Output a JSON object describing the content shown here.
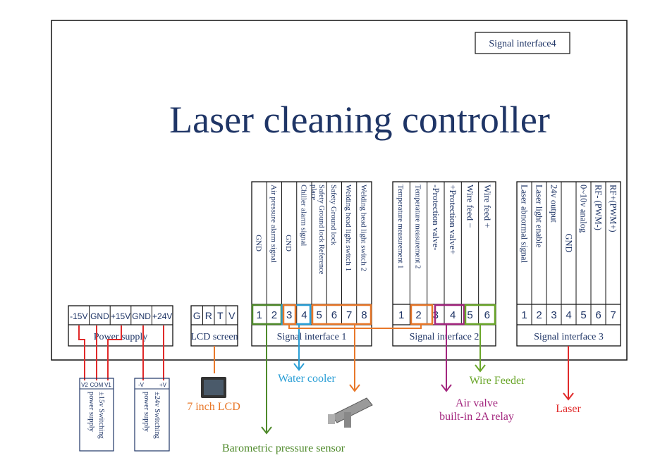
{
  "title": "Laser cleaning controller",
  "signal_interface_4": "Signal interface4",
  "colors": {
    "navy": "#1f3566",
    "green": "#4f8a2b",
    "lime": "#6aa62a",
    "blue": "#2b9fd6",
    "orange": "#e8782a",
    "purple": "#a3267e",
    "red": "#e02a2a"
  },
  "power_supply": {
    "label": "Power supply",
    "pins": [
      "-15V",
      "GND",
      "+15V",
      "GND",
      "+24V"
    ]
  },
  "lcd": {
    "label": "LCD screen",
    "pins": [
      "G",
      "R",
      "T",
      "V"
    ],
    "device": "7 inch LCD"
  },
  "interface1": {
    "label": "Signal interface 1",
    "pins": [
      "1",
      "2",
      "3",
      "4",
      "5",
      "6",
      "7",
      "8"
    ],
    "signals": [
      "GND",
      "Air pressure alarm signal",
      "GND",
      "Chiller alarm signal",
      "Safety Ground lock Reference place",
      "Safety Ground lock",
      "Welding head light switch 1",
      "Welding head light switch 2"
    ]
  },
  "interface2": {
    "label": "Signal interface 2",
    "pins": [
      "1",
      "2",
      "3",
      "4",
      "5",
      "6"
    ],
    "signals": [
      "Temperature measurement 1",
      "Temperature measurement 2",
      "-Protection valve-",
      "+Protection valve+",
      "Wire feed −",
      "Wire feed +"
    ]
  },
  "interface3": {
    "label": "Signal interface 3",
    "pins": [
      "1",
      "2",
      "3",
      "4",
      "5",
      "6",
      "7"
    ],
    "signals": [
      "Laser abnormal signal",
      "Laser light enable",
      "24v output",
      "GND",
      "0~10v analog",
      "RF- (PWM-)",
      "RF+(PWM+)"
    ]
  },
  "supply15": {
    "terminals": [
      "V2",
      "COM",
      "V1"
    ],
    "label1": "±15v Switching",
    "label2": "power supply"
  },
  "supply24": {
    "terminals": [
      "-V",
      "+V"
    ],
    "label1": "±24v Switching",
    "label2": "power supply"
  },
  "devices": {
    "water_cooler": "Water cooler",
    "barometric": "Barometric pressure sensor",
    "wire_feeder": "Wire Feeder",
    "air_valve_1": "Air valve",
    "air_valve_2": "built-in 2A relay",
    "laser": "Laser"
  }
}
